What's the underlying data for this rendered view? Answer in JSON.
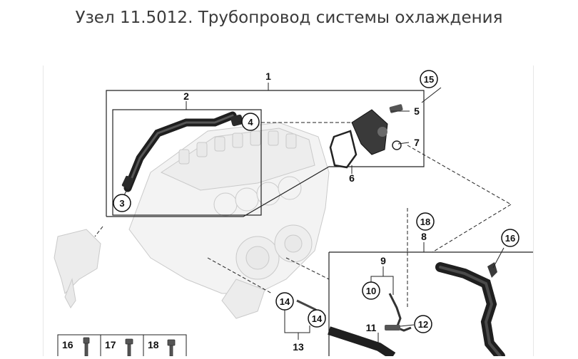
{
  "page": {
    "title": "Узел 11.5012. Трубопровод системы охлаждения"
  },
  "diagram": {
    "callouts": [
      "1",
      "2",
      "3",
      "4",
      "5",
      "6",
      "7",
      "8",
      "9",
      "10",
      "11",
      "12",
      "13",
      "14",
      "14",
      "15",
      "16",
      "18"
    ],
    "legend": [
      {
        "number": "16"
      },
      {
        "number": "17"
      },
      {
        "number": "18"
      }
    ]
  }
}
